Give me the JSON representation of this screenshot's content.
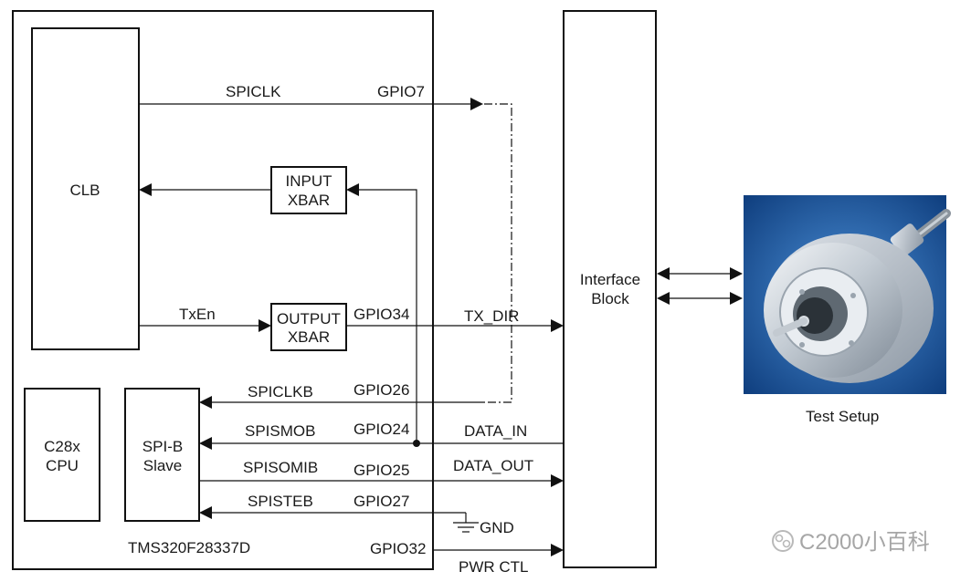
{
  "blocks": {
    "clb": "CLB",
    "input_xbar": [
      "INPUT",
      "XBAR"
    ],
    "output_xbar": [
      "OUTPUT",
      "XBAR"
    ],
    "cpu": [
      "C28x",
      "CPU"
    ],
    "spi": [
      "SPI-B",
      "Slave"
    ],
    "interface": [
      "Interface",
      "Block"
    ],
    "chip": "TMS320F28337D"
  },
  "signals": {
    "spiclk": "SPICLK",
    "gpio7": "GPIO7",
    "txen": "TxEn",
    "gpio34": "GPIO34",
    "tx_dir": "TX_DIR",
    "spiclkb": "SPICLKB",
    "gpio26": "GPIO26",
    "spismob": "SPISMOB",
    "gpio24": "GPIO24",
    "data_in": "DATA_IN",
    "spisomib": "SPISOMIB",
    "gpio25": "GPIO25",
    "data_out": "DATA_OUT",
    "spisteb": "SPISTEB",
    "gpio27": "GPIO27",
    "gnd": "GND",
    "gpio32": "GPIO32",
    "pwr_ctl": "PWR CTL"
  },
  "test_setup": {
    "caption": "Test Setup",
    "image_icon": "rotary-encoder-photo"
  },
  "watermark": {
    "text": "C2000小百科",
    "icon": "wechat-channel-icon"
  },
  "colors": {
    "line": "#111111",
    "photo_background": "#1f5fa6"
  }
}
